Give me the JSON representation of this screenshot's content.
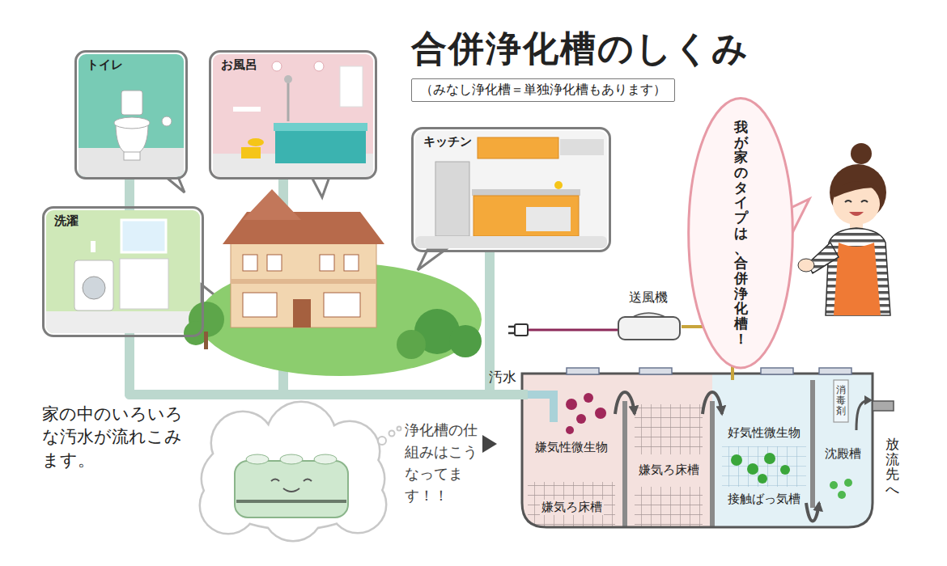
{
  "diagram": {
    "title": "合併浄化槽のしくみ",
    "nodes": [
      {
        "text": [
          "（みなし浄化槽＝単独浄化槽もあります）"
        ]
      },
      {
        "text": [
          "トイレ"
        ]
      },
      {
        "text": [
          "お風呂"
        ]
      },
      {
        "text": [
          "キッチン"
        ]
      },
      {
        "text": [
          "洗濯"
        ]
      },
      {
        "text": [
          "我が家のタイプは、合併浄化槽！"
        ]
      },
      {
        "text": [
          "送風機"
        ]
      },
      {
        "text": [
          "嫌気性微生物",
          "嫌気ろ床槽"
        ]
      },
      {
        "text": [
          "嫌気ろ床槽"
        ]
      },
      {
        "text": [
          "好気性微生物",
          "接触ばっ気槽"
        ]
      },
      {
        "text": [
          "沈殿槽"
        ]
      }
    ],
    "edges": [
      {
        "from": 1,
        "to": 7,
        "arrow": "none"
      },
      {
        "from": 2,
        "to": 7,
        "arrow": "none"
      },
      {
        "from": 3,
        "to": 7,
        "arrow": "none"
      },
      {
        "from": 4,
        "to": 7,
        "arrow": "none"
      },
      {
        "from": 6,
        "to": 9,
        "arrow": "none"
      },
      {
        "from": 7,
        "to": 8,
        "arrow": "to"
      },
      {
        "from": 8,
        "to": 9,
        "arrow": "to"
      },
      {
        "from": 9,
        "to": 10,
        "arrow": "to"
      }
    ],
    "labels": [
      "家の中のいろいろな汚水が流れこみます。",
      "浄化槽の仕組みはこうなってます！！",
      "汚水",
      "消毒剤",
      "放流先へ"
    ]
  }
}
